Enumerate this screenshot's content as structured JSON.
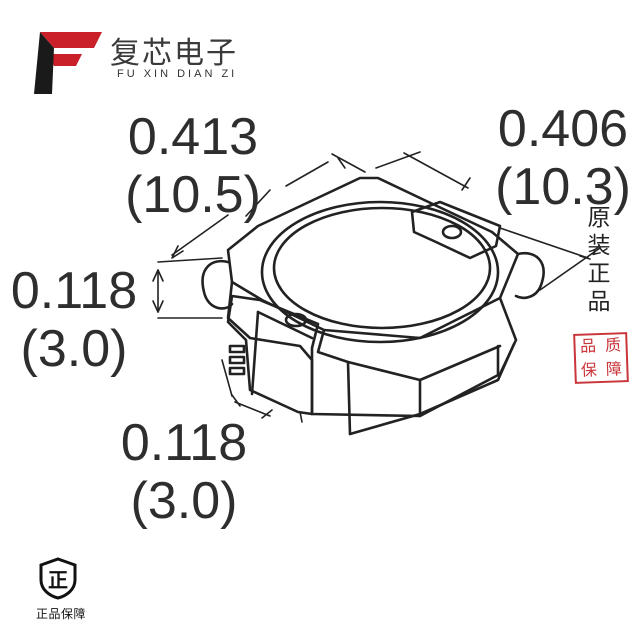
{
  "logo": {
    "name_cn": "复芯电子",
    "name_en": "FU XIN DIAN ZI",
    "brand_color": "#c9202a",
    "mark_color": "#1a1a1a"
  },
  "dimensions": {
    "length": {
      "inch": "0.413",
      "mm": "(10.5)"
    },
    "width": {
      "inch": "0.406",
      "mm": "(10.3)"
    },
    "height": {
      "inch": "0.118",
      "mm": "(3.0)"
    },
    "terminal": {
      "inch": "0.118",
      "mm": "(3.0)"
    }
  },
  "side_label": [
    "原",
    "装",
    "正",
    "品"
  ],
  "stamp": {
    "chars": [
      "品",
      "质",
      "保",
      "障"
    ],
    "color": "#c9353a"
  },
  "badge": {
    "glyph": "正",
    "caption": "正品保障"
  }
}
